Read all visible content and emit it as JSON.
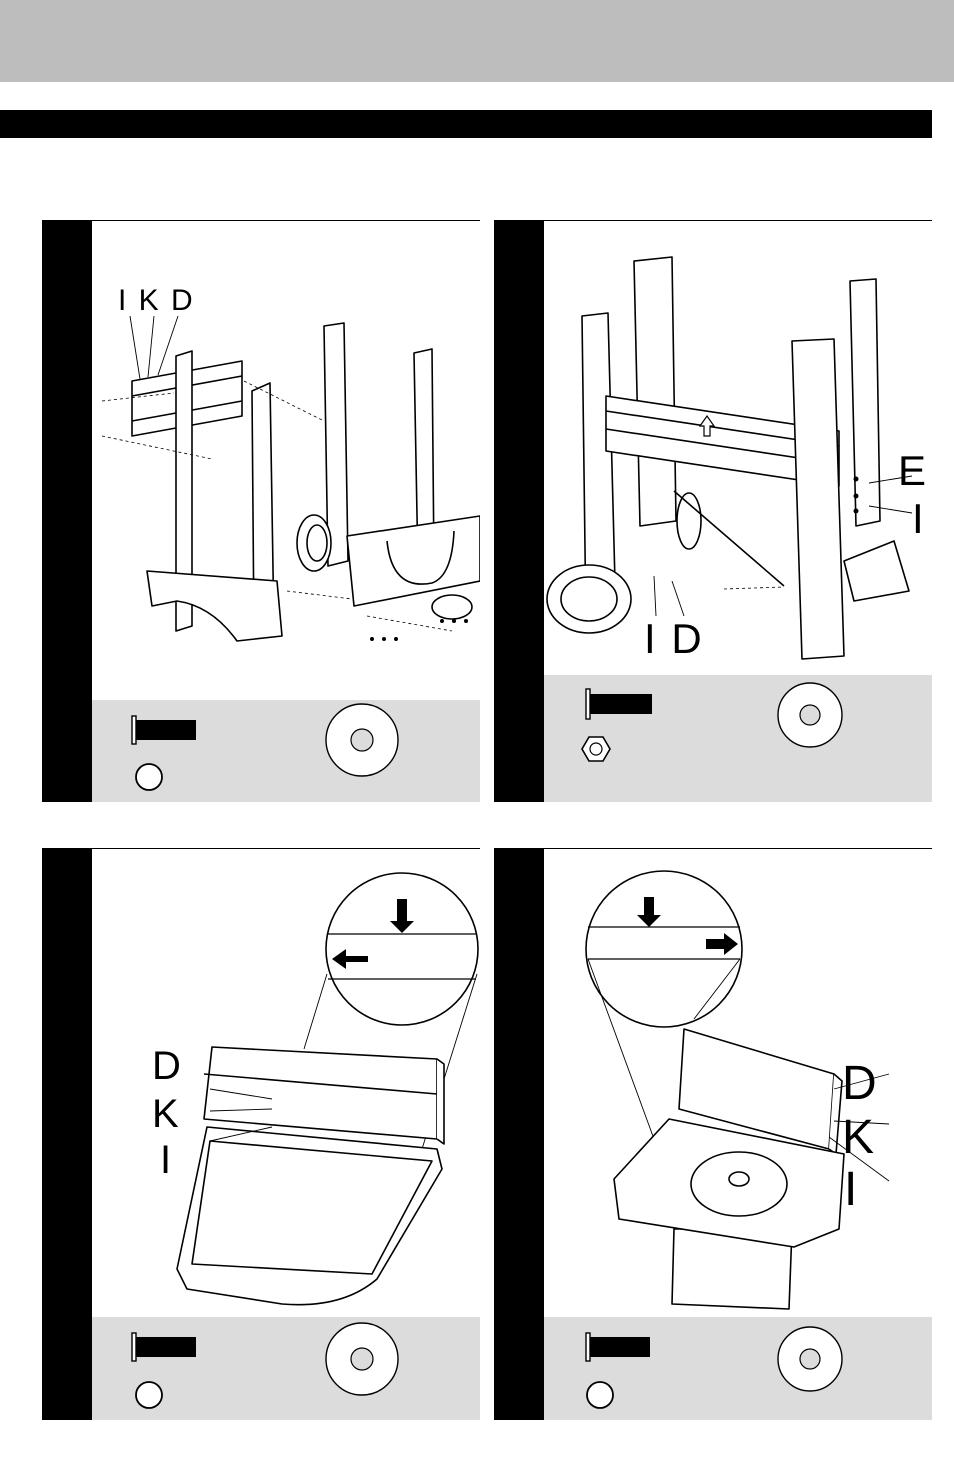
{
  "panels": [
    {
      "id": "step-1",
      "labels": [
        "I K D"
      ]
    },
    {
      "id": "step-2",
      "labels": [
        "E",
        "I",
        "I D"
      ]
    },
    {
      "id": "step-3",
      "labels": [
        "D",
        "K",
        "I"
      ]
    },
    {
      "id": "step-4",
      "labels": [
        "D",
        "K",
        "I"
      ]
    }
  ],
  "icons": {
    "bolt": "bolt-icon",
    "lock_washer": "lock-washer-icon",
    "flat_washer": "flat-washer-icon",
    "nut": "hex-nut-icon"
  }
}
